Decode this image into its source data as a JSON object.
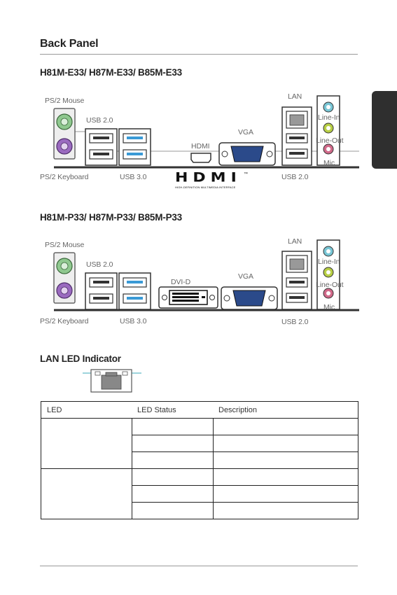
{
  "page_title": "Back Panel",
  "section1": {
    "heading": "H81M-E33/ H87M-E33/ B85M-E33",
    "labels": {
      "ps2_mouse": "PS/2 Mouse",
      "usb20_left": "USB 2.0",
      "ps2_keyboard": "PS/2 Keyboard",
      "usb30": "USB 3.0",
      "hdmi": "HDMI",
      "vga": "VGA",
      "lan": "LAN",
      "usb20_right": "USB 2.0",
      "line_in": "Line-In",
      "line_out": "Line-Out",
      "mic": "Mic"
    },
    "hdmi_logo": "HDMI",
    "hdmi_tagline": "HIGH-DEFINITION MULTIMEDIA INTERFACE",
    "hdmi_tm": "™"
  },
  "section2": {
    "heading": "H81M-P33/ H87M-P33/ B85M-P33",
    "labels": {
      "ps2_mouse": "PS/2 Mouse",
      "usb20_left": "USB 2.0",
      "ps2_keyboard": "PS/2 Keyboard",
      "usb30": "USB 3.0",
      "dvid": "DVI-D",
      "vga": "VGA",
      "lan": "LAN",
      "usb20_right": "USB 2.0",
      "line_in": "Line-In",
      "line_out": "Line-Out",
      "mic": "Mic"
    }
  },
  "lan_led": {
    "heading": "LAN LED Indicator",
    "table_headers": [
      "LED",
      "LED Status",
      "Description"
    ]
  },
  "colors": {
    "usb3_blue": "#3a9ad6",
    "ps2_mouse_green": "#8fc88f",
    "ps2_keyboard_purple": "#9a6abf",
    "line_in_blue": "#79c7d6",
    "line_out_green": "#b8cf45",
    "mic_pink": "#d16a8a",
    "vga_blue": "#2b4a8a",
    "sidetab": "#2f2f2f"
  }
}
